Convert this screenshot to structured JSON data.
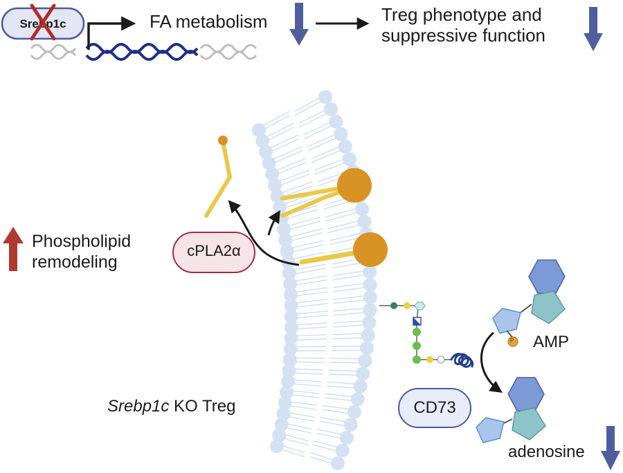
{
  "gene": {
    "label": "Srebp1c"
  },
  "pathway": {
    "fa_metabolism": "FA metabolism",
    "treg_line1": "Treg phenotype and",
    "treg_line2": "suppressive function"
  },
  "left": {
    "phospholipid_line1": "Phospholipid",
    "phospholipid_line2": "remodeling"
  },
  "enzyme": {
    "label": "cPLA2α"
  },
  "cell": {
    "label_italic": "Srebp1c",
    "label_rest": " KO Treg"
  },
  "cd73": {
    "label": "CD73"
  },
  "metabolites": {
    "amp": "AMP",
    "adenosine": "adenosine",
    "phosphate": "P"
  },
  "colors": {
    "down_arrow": "#4f5f9e",
    "up_arrow": "#b03a30",
    "membrane": "#d3e1f3",
    "lipid_tail": "#e9c84a",
    "lipid_head": "#d99224",
    "dna_dark": "#1f2d8a",
    "dna_gray": "#bdbdbd",
    "purine_blue": "#7b9ad6",
    "purine_teal": "#8ec4c9",
    "ribose": "#a9c6ea",
    "enzyme_fill": "#f6e4e8",
    "enzyme_border": "#9c2f45",
    "gene_fill": "#e4e6f5",
    "gene_border": "#4d59a1",
    "cross": "#b52b25"
  }
}
